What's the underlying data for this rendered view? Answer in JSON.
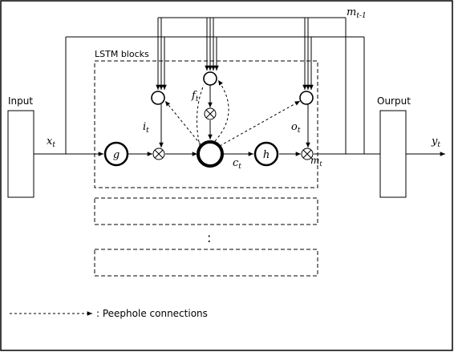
{
  "labels": {
    "input": "Input",
    "output": "Ourput",
    "lstm_blocks": "LSTM blocks",
    "x_t": "x",
    "x_t_sub": "t",
    "y_t": "y",
    "y_t_sub": "t",
    "m_prev": "m",
    "m_prev_sub": "t-1",
    "m_t": "m",
    "m_t_sub": "t",
    "i_t": "i",
    "i_t_sub": "t",
    "f_t": "f",
    "f_t_sub": "t",
    "o_t": "o",
    "o_t_sub": "t",
    "c_t": "c",
    "c_t_sub": "t",
    "g": "g",
    "h": "h",
    "ellipsis": ":",
    "legend": ": Peephole connections"
  }
}
